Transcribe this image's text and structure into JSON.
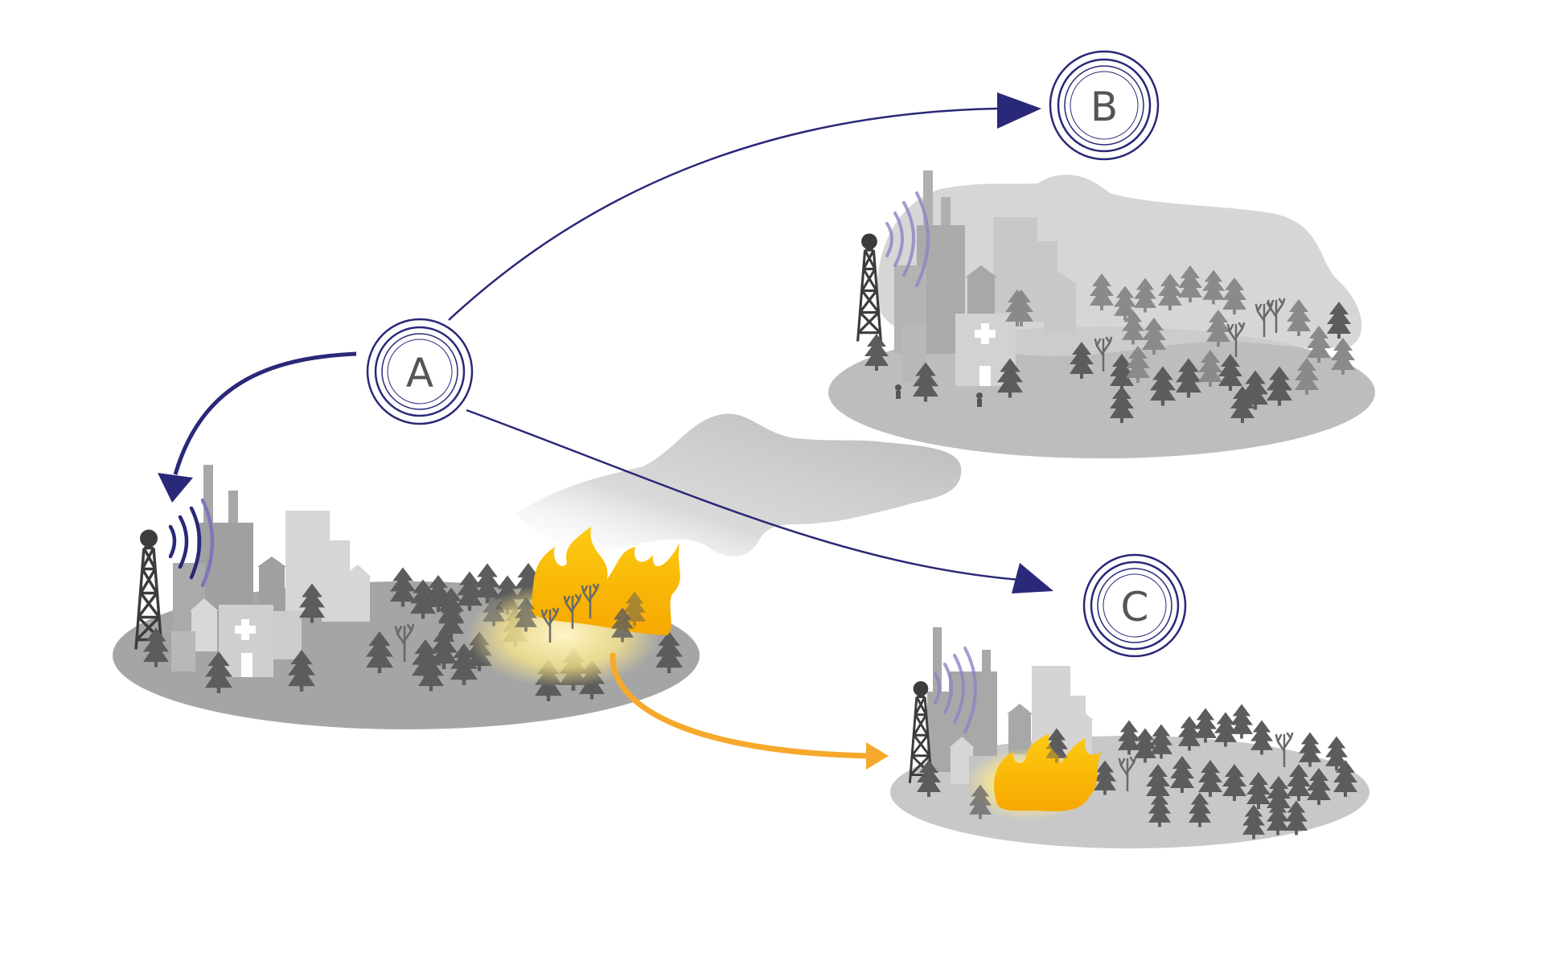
{
  "nodes": [
    {
      "id": "A",
      "label": "A"
    },
    {
      "id": "B",
      "label": "B"
    },
    {
      "id": "C",
      "label": "C"
    }
  ],
  "edges": [
    {
      "from": "A",
      "to": "B",
      "kind": "signal"
    },
    {
      "from": "A",
      "to": "C",
      "kind": "signal"
    },
    {
      "from": "A",
      "to": "city-left",
      "kind": "signal"
    },
    {
      "from": "city-left-fire",
      "to": "city-c",
      "kind": "fire-spread"
    }
  ],
  "scenes": [
    {
      "id": "city-left",
      "has_fire": true,
      "has_smoke": true
    },
    {
      "id": "city-b",
      "has_fire": false,
      "has_smoke": true
    },
    {
      "id": "city-c",
      "has_fire": true,
      "has_smoke": false
    }
  ],
  "colors": {
    "node_ring": "#2a2878",
    "signal_arrow": "#2a2878",
    "fire_arrow": "#f6a92c",
    "fire": "#f9c500",
    "ground": "#a8a8a8",
    "ground_light": "#c4c4c4",
    "tree": "#5c5c5c",
    "building": "#b0b0b0",
    "building_light": "#d4d4d4",
    "smoke": "#bfbfbf"
  },
  "icons": [
    "radio-tower-icon",
    "factory-icon",
    "hospital-icon",
    "house-icon",
    "tree-icon",
    "fire-icon",
    "smoke-cloud-icon",
    "radio-waves-icon"
  ]
}
